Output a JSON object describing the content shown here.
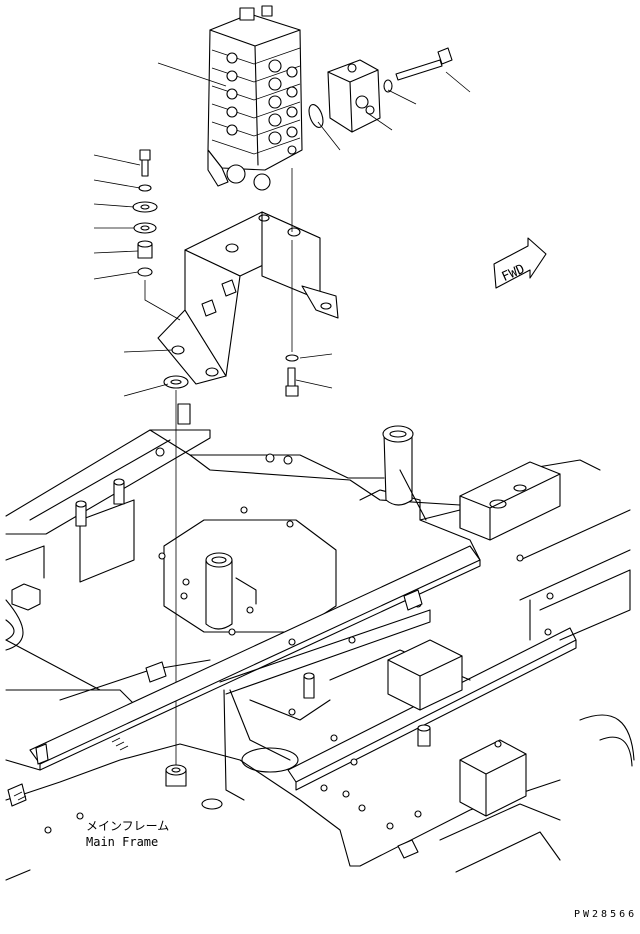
{
  "labels": {
    "main_frame_jp": "メインフレーム",
    "main_frame_en": "Main Frame",
    "fwd_arrow": "FWD",
    "drawing_number": "PW28566"
  },
  "colors": {
    "ink": "#000000",
    "paper": "#ffffff"
  }
}
